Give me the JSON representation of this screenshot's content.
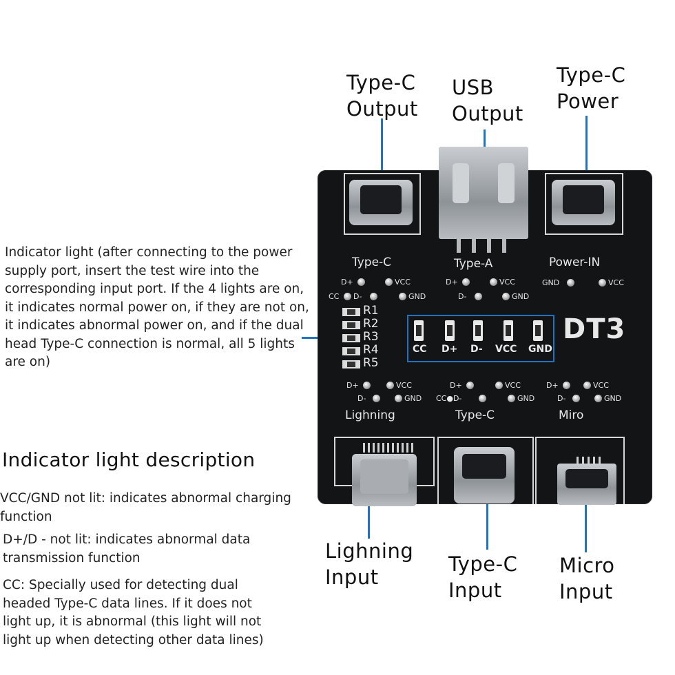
{
  "top_labels": {
    "typec_output": "Type-C\nOutput",
    "usb_output": "USB\nOutput",
    "typec_power": "Type-C\nPower"
  },
  "bottom_labels": {
    "lightning_input": "Lighning\nInput",
    "typec_input": "Type-C\nInput",
    "micro_input": "Micro\nInput"
  },
  "indicator_note": "Indicator light (after connecting to the power supply port, insert the test wire into the corresponding input port. If the 4 lights are on, it indicates normal power on, if they are not on, it indicates abnormal power on, and if the dual head Type-C connection is normal, all 5 lights are on)",
  "description": {
    "heading": "Indicator light description",
    "items": [
      "VCC/GND not lit: indicates abnormal charging function",
      "D+/D - not lit: indicates abnormal data transmission function",
      "CC: Specially used for detecting dual headed Type-C data lines. If it does not light up, it is abnormal (this light will not light up when detecting other data lines)"
    ]
  },
  "board": {
    "model": "DT3",
    "top_ports": [
      "Type-C",
      "Type-A",
      "Power-IN"
    ],
    "bottom_ports": [
      "Lighning",
      "Type-C",
      "Miro"
    ],
    "resistors": [
      "R1",
      "R2",
      "R3",
      "R4",
      "R5"
    ],
    "leds": [
      "CC",
      "D+",
      "D-",
      "VCC",
      "GND"
    ],
    "pins": {
      "dplus": "D+",
      "dminus": "D-",
      "vcc": "VCC",
      "gnd": "GND",
      "cc": "CC",
      "cc_dminus": "CC●D-"
    }
  },
  "colors": {
    "arrow": "#1f73c0",
    "board": "#131416",
    "silkscreen": "#e8e8e8"
  }
}
